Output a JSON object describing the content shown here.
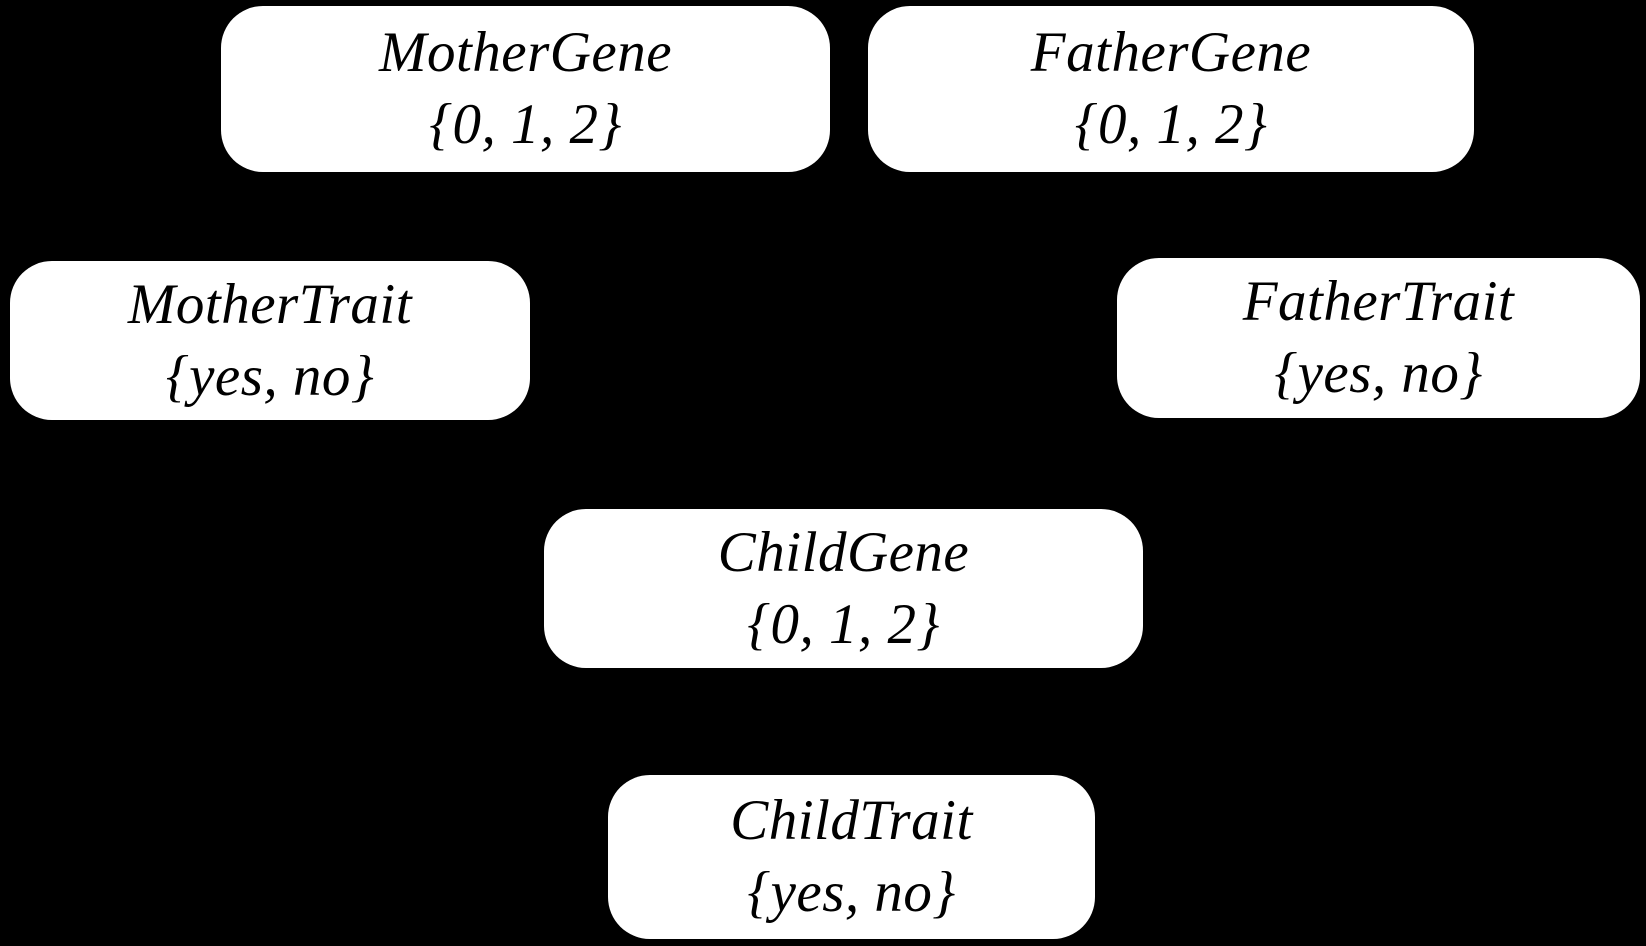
{
  "diagram": {
    "type": "bayesian-network",
    "colors": {
      "background": "#000000",
      "node_fill": "#ffffff",
      "node_text": "#000000"
    },
    "nodes": [
      {
        "id": "mother-gene",
        "label": "MotherGene",
        "values": "{0, 1, 2}"
      },
      {
        "id": "father-gene",
        "label": "FatherGene",
        "values": "{0, 1, 2}"
      },
      {
        "id": "mother-trait",
        "label": "MotherTrait",
        "values": "{yes, no}"
      },
      {
        "id": "father-trait",
        "label": "FatherTrait",
        "values": "{yes, no}"
      },
      {
        "id": "child-gene",
        "label": "ChildGene",
        "values": "{0, 1, 2}"
      },
      {
        "id": "child-trait",
        "label": "ChildTrait",
        "values": "{yes, no}"
      }
    ]
  }
}
